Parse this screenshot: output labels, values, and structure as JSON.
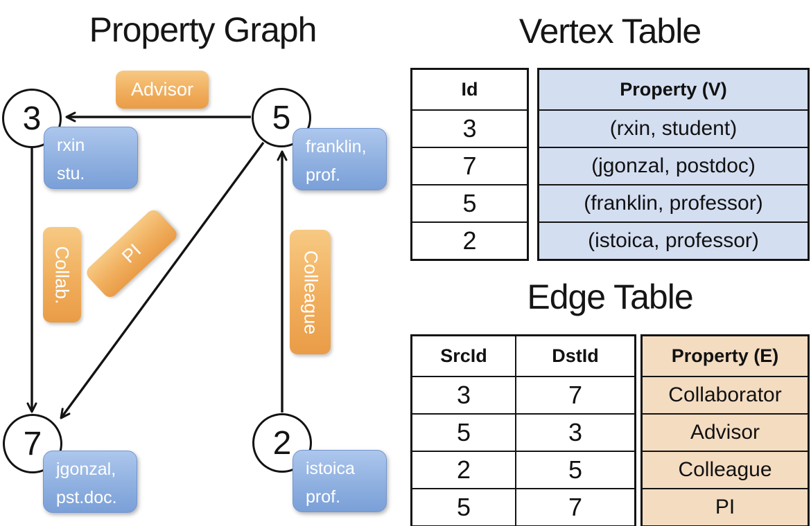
{
  "graph": {
    "title": "Property Graph",
    "nodes": [
      {
        "id": "3",
        "property": [
          "rxin",
          "stu."
        ]
      },
      {
        "id": "5",
        "property": [
          "franklin,",
          "prof."
        ]
      },
      {
        "id": "7",
        "property": [
          "jgonzal,",
          "pst.doc."
        ]
      },
      {
        "id": "2",
        "property": [
          "istoica",
          "prof."
        ]
      }
    ],
    "edges": [
      {
        "label": "Advisor",
        "from": "5",
        "to": "3"
      },
      {
        "label": "Collab.",
        "from": "3",
        "to": "7"
      },
      {
        "label": "PI",
        "from": "5",
        "to": "7"
      },
      {
        "label": "Colleague",
        "from": "2",
        "to": "5"
      }
    ]
  },
  "vertex_table": {
    "title": "Vertex Table",
    "columns": {
      "id": "Id",
      "property": "Property (V)"
    },
    "rows": [
      {
        "id": "3",
        "property": "(rxin, student)"
      },
      {
        "id": "7",
        "property": "(jgonzal, postdoc)"
      },
      {
        "id": "5",
        "property": "(franklin, professor)"
      },
      {
        "id": "2",
        "property": "(istoica, professor)"
      }
    ]
  },
  "edge_table": {
    "title": "Edge Table",
    "columns": {
      "src": "SrcId",
      "dst": "DstId",
      "property": "Property (E)"
    },
    "rows": [
      {
        "src": "3",
        "dst": "7",
        "property": "Collaborator"
      },
      {
        "src": "5",
        "dst": "3",
        "property": "Advisor"
      },
      {
        "src": "2",
        "dst": "5",
        "property": "Colleague"
      },
      {
        "src": "5",
        "dst": "7",
        "property": "PI"
      }
    ]
  },
  "colors": {
    "line": "#131313",
    "blue_box_top": "#adc7ed",
    "blue_box_bottom": "#7aa0d8",
    "orange_top": "#f7c983",
    "orange_bottom": "#ea9c46",
    "vertex_property_fill": "#d4def1",
    "edge_property_fill": "#f4dcc1"
  }
}
